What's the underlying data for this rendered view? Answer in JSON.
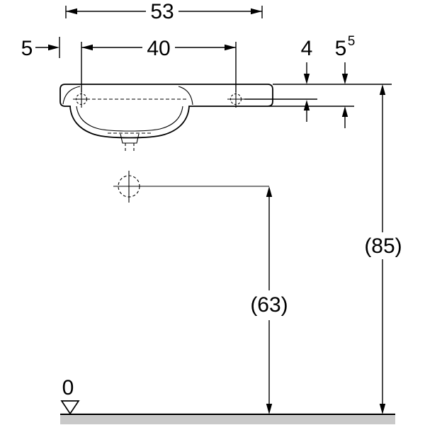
{
  "dims": {
    "total_width": "53",
    "tap_distance": "40",
    "left_offset": "5",
    "front_height": "4",
    "deck_height": "5",
    "deck_height_sup": "5",
    "rim_height": "(85)",
    "outlet_height": "(63)",
    "floor_level": "0"
  },
  "colors": {
    "line": "#000000",
    "floor_band": "#c9c9c9",
    "background": "#ffffff"
  }
}
